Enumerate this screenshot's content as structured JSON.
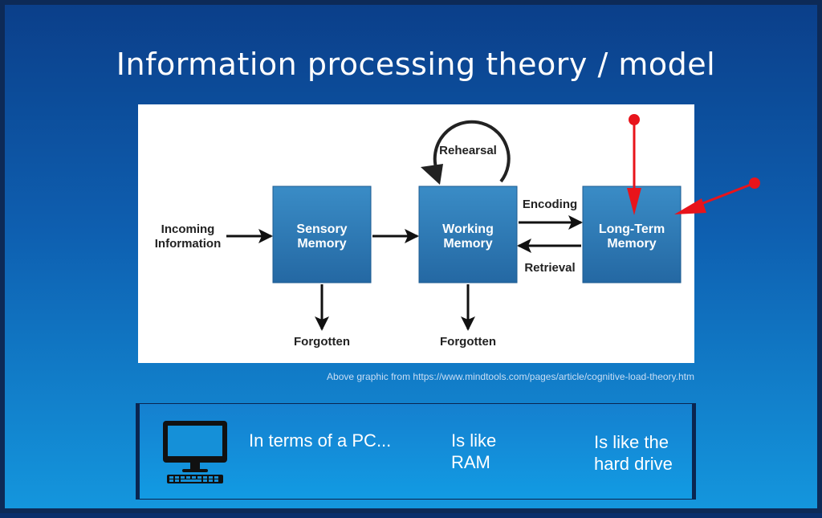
{
  "slide": {
    "title": "Information processing theory / model",
    "credit": "Above graphic from https://www.mindtools.com/pages/article/cognitive-load-theory.htm"
  },
  "diagram": {
    "input_label_line1": "Incoming",
    "input_label_line2": "Information",
    "boxes": [
      {
        "line1": "Sensory",
        "line2": "Memory"
      },
      {
        "line1": "Working",
        "line2": "Memory"
      },
      {
        "line1": "Long-Term",
        "line2": "Memory"
      }
    ],
    "rehearsal_label": "Rehearsal",
    "encoding_label": "Encoding",
    "retrieval_label": "Retrieval",
    "forgotten_labels": [
      "Forgotten",
      "Forgotten"
    ],
    "box_color": "#2c79b3",
    "arrow_color": "#111111",
    "pointer_color": "#e8141b"
  },
  "pc_comparison": {
    "intro": "In terms of a PC...",
    "working_memory_like_line1": "Is like",
    "working_memory_like_line2": "RAM",
    "long_term_like_line1": "Is like the",
    "long_term_like_line2": "hard drive",
    "icon": "desktop-computer-icon"
  }
}
